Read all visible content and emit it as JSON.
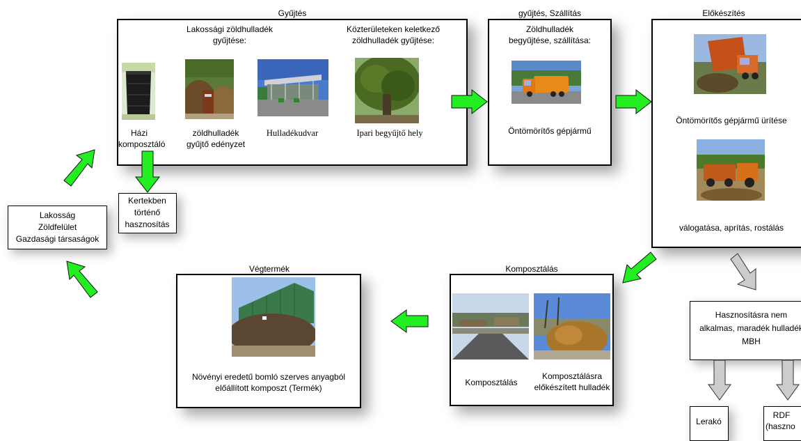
{
  "colors": {
    "arrow_green": "#22ee22",
    "arrow_gray": "#cccccc",
    "border": "#000000"
  },
  "gyujtes": {
    "title": "Gyűjtés",
    "lakossagi_line1": "Lakossági zöldhulladék",
    "lakossagi_line2": "gyűjtése:",
    "kozterulet_line1": "Közterületeken keletkező",
    "kozterulet_line2": "zöldhulladék gyűjtése:",
    "hazi_line1": "Házi",
    "hazi_line2": "komposztáló",
    "edeny_line1": "zöldhulladék",
    "edeny_line2": "gyűjtő edényzet",
    "hulladekudvar": "Hulladékudvar",
    "ipari": "Ipari begyűjtő hely"
  },
  "szallitas": {
    "title": "gyűjtés, Szállítás",
    "line1": "Zöldhulladék",
    "line2": "begyűjtése, szállítása:",
    "vehicle": "Öntömörítős gépjármű"
  },
  "elokeszites": {
    "title": "Előkészítés",
    "caption1": "Öntömörítős gépjármű ürítése",
    "caption2": "válogatása, aprítás, rostálás"
  },
  "kertek": {
    "line1": "Kertekben",
    "line2": "történő",
    "line3": "hasznosítás"
  },
  "lakossag": {
    "line1": "Lakosság",
    "line2": "Zöldfelület",
    "line3": "Gazdasági társaságok"
  },
  "vegtermek": {
    "title": "Végtermék",
    "line1": "Növényi eredetű bomló szerves anyagból",
    "line2": "előállított komposzt (Termék)"
  },
  "komposztalas": {
    "title": "Komposztálás",
    "caption_left": "Komposztálás",
    "caption_right1": "Komposztálásra",
    "caption_right2": "előkészített hulladék"
  },
  "hasznositasra": {
    "line1": "Hasznosításra nem",
    "line2": "alkalmas, maradék hulladék",
    "line3": "MBH"
  },
  "lerako": {
    "label": "Lerakó"
  },
  "rdf": {
    "line1": "RDF",
    "line2": "(haszno"
  }
}
